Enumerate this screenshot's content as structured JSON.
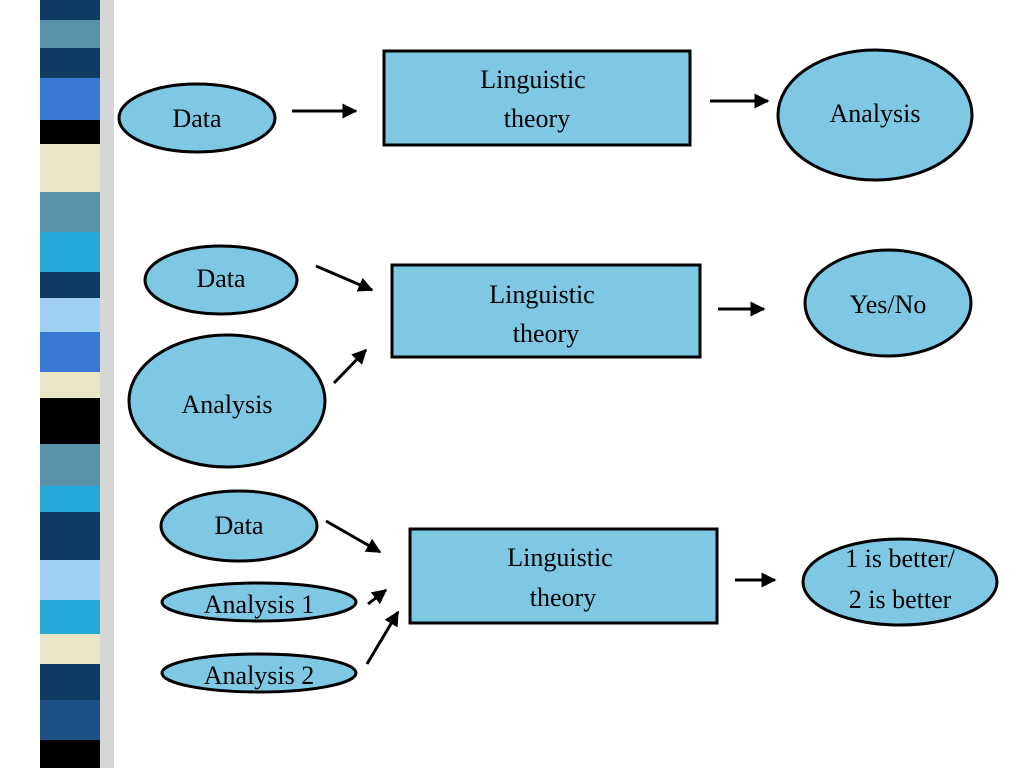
{
  "colors": {
    "node_fill": "#7ec8e3",
    "stroke": "#000000",
    "background": "#ffffff",
    "band_palette": [
      "#0f3a62",
      "#3a78d6",
      "#5891a8",
      "#e8e6c4",
      "#000000",
      "#24a8d8",
      "#9fd0f2",
      "#1e4f86"
    ]
  },
  "row1": {
    "data": "Data",
    "theory_line1": "Linguistic",
    "theory_line2": "theory",
    "analysis": "Analysis"
  },
  "row2": {
    "data": "Data",
    "analysis": "Analysis",
    "theory_line1": "Linguistic",
    "theory_line2": "theory",
    "result": "Yes/No"
  },
  "row3": {
    "data": "Data",
    "analysis1": "Analysis 1",
    "analysis2": "Analysis 2",
    "theory_line1": "Linguistic",
    "theory_line2": "theory",
    "result_line1": "1 is better/",
    "result_line2": "2 is better"
  }
}
